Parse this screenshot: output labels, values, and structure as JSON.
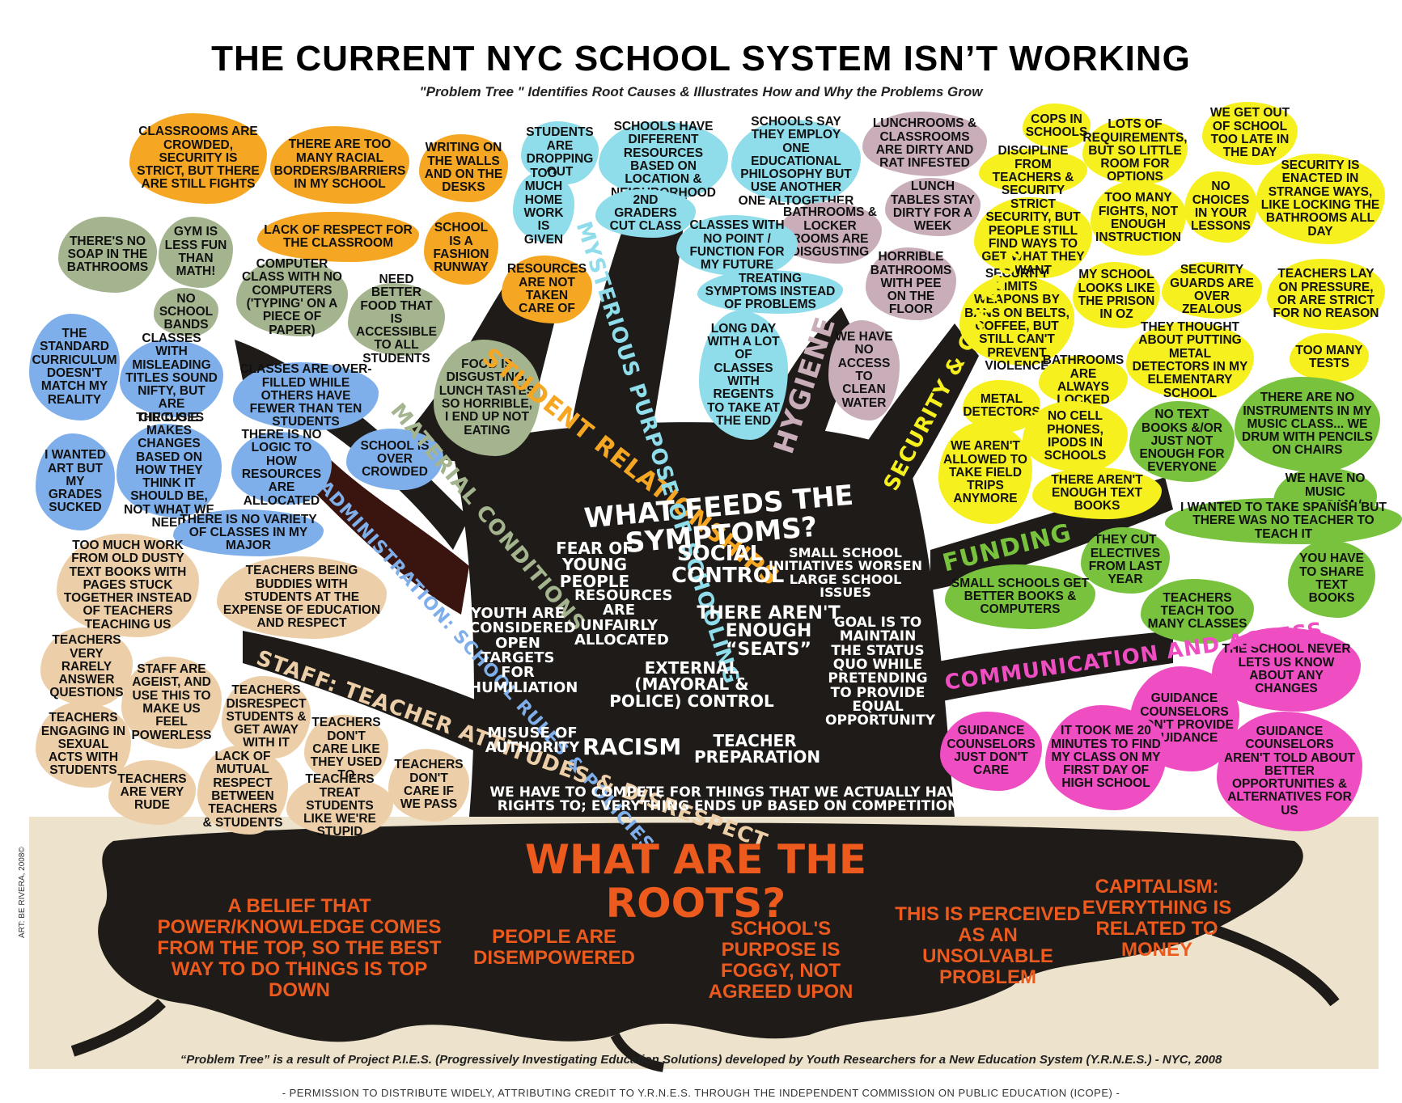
{
  "title": "THE CURRENT NYC SCHOOL SYSTEM ISN’T WORKING",
  "subtitle": "\"Problem Tree \" Identifies Root Causes & Illustrates How and Why the Problems Grow",
  "colors": {
    "orange": "#f5a623",
    "cyan": "#8fdcea",
    "mauve": "#c9aeba",
    "yellow": "#f7f01f",
    "sage": "#a4b48f",
    "blue": "#7fafea",
    "tan": "#eccfa8",
    "green": "#78c23e",
    "pink": "#ee4ec1",
    "trunk": "#1e1b18",
    "roots_text": "#ec5a1e",
    "ground": "#ede3cc"
  },
  "branches": {
    "student_relationships": "STUDENT RELATIONSHIPS",
    "mysterious_purpose": "MYSTERIOUS PURPOSE OF SCHOOLING",
    "hygiene": "HYGIENE",
    "security_control": "SECURITY & CONTROL",
    "material_conditions": "MATERIAL CONDITIONS",
    "administration": "ADMINISTRATION: SCHOOL RULES & POLICIES",
    "staff": "STAFF: TEACHER ATTITUDES & DISRESPECT",
    "funding": "FUNDING",
    "communication": "COMMUNICATION AND ACCESS"
  },
  "leaves": [
    "CLASSROOMS ARE CROWDED, SECURITY IS STRICT, BUT THERE ARE STILL FIGHTS",
    "THERE ARE TOO MANY RACIAL BORDERS/BARRIERS IN MY SCHOOL",
    "WRITING ON THE WALLS AND ON THE DESKS",
    "STUDENTS ARE DROPPING OUT",
    "SCHOOLS HAVE DIFFERENT RESOURCES BASED ON LOCATION & NEIGHBORHOOD",
    "SCHOOLS SAY THEY EMPLOY ONE EDUCATIONAL PHILOSOPHY BUT USE ANOTHER ONE ALTOGETHER",
    "LUNCHROOMS & CLASSROOMS ARE DIRTY AND RAT INFESTED",
    "COPS IN SCHOOLS",
    "LOTS OF REQUIREMENTS, BUT SO LITTLE ROOM FOR OPTIONS",
    "WE GET OUT OF SCHOOL TOO LATE IN THE DAY",
    "DISCIPLINE FROM TEACHERS & SECURITY",
    "LACK OF RESPECT FOR THE CLASSROOM",
    "SCHOOL IS A FASHION RUNWAY",
    "TOO MUCH HOME WORK IS GIVEN",
    "2nd GRADERS CUT CLASS",
    "LUNCH TABLES STAY DIRTY FOR A WEEK",
    "BATHROOMS & LOCKER ROOMS ARE DISGUSTING",
    "STRICT SECURITY, BUT PEOPLE STILL FIND WAYS TO GET WHAT THEY WANT",
    "TOO MANY FIGHTS, NOT ENOUGH INSTRUCTION",
    "NO CHOICES IN YOUR LESSONS",
    "SECURITY IS ENACTED IN STRANGE WAYS, LIKE LOCKING THE BATHROOMS ALL DAY",
    "THERE'S NO SOAP IN THE BATHROOMS",
    "GYM IS LESS FUN THAN MATH!",
    "NO SCHOOL BANDS",
    "COMPUTER CLASS WITH NO COMPUTERS ('TYPING' ON A PIECE OF PAPER)",
    "NEED BETTER FOOD THAT IS ACCESSIBLE TO ALL STUDENTS",
    "RESOURCES ARE NOT TAKEN CARE OF",
    "CLASSES WITH NO POINT / FUNCTION FOR MY FUTURE",
    "TREATING SYMPTOMS INSTEAD OF PROBLEMS",
    "HORRIBLE BATHROOMS WITH PEE ON THE FLOOR",
    "MY SCHOOL LOOKS LIKE THE PRISON IN OZ",
    "SECURITY GUARDS ARE OVER ZEALOUS",
    "TEACHERS LAY ON PRESSURE, OR ARE STRICT FOR NO REASON",
    "SECURITY LIMITS WEAPONS BY BANS ON BELTS, COFFEE, BUT STILL CAN'T PREVENT VIOLENCE",
    "THEY THOUGHT ABOUT PUTTING METAL DETECTORS IN MY ELEMENTARY SCHOOL",
    "TOO MANY TESTS",
    "THE STANDARD CURRICULUM DOESN'T MATCH MY REALITY",
    "CLASSES WITH MISLEADING TITLES SOUND NIFTY, BUT ARE CIRCUSES",
    "FOOD IS DISGUSTING, LUNCH TASTES SO HORRIBLE, I END UP NOT EATING",
    "LONG DAY WITH A LOT OF CLASSES WITH REGENTS TO TAKE AT THE END",
    "WE HAVE NO ACCESS TO CLEAN WATER",
    "BATHROOMS ARE ALWAYS LOCKED",
    "CLASSES ARE OVER-FILLED WHILE OTHERS HAVE FEWER THAN TEN STUDENTS",
    "METAL DETECTORS",
    "NO CELL PHONES, IPODS IN SCHOOLS",
    "NO TEXT BOOKS &/OR JUST NOT ENOUGH FOR EVERYONE",
    "THERE ARE NO INSTRUMENTS IN MY MUSIC CLASS... WE DRUM WITH PENCILS ON CHAIRS",
    "I WANTED ART BUT MY GRADES SUCKED",
    "THE D.O.E. MAKES CHANGES BASED ON HOW THEY THINK IT SHOULD BE, NOT WHAT WE NEED",
    "THERE IS NO LOGIC TO HOW RESOURCES ARE ALLOCATED",
    "SCHOOL IS OVER CROWDED",
    "WE AREN'T ALLOWED TO TAKE FIELD TRIPS ANYMORE",
    "THERE AREN'T ENOUGH TEXT BOOKS",
    "WE HAVE NO MUSIC PROGRAM / DEPARTMENT",
    "THERE IS NO VARIETY OF CLASSES IN MY MAJOR",
    "THEY CUT ELECTIVES FROM LAST YEAR",
    "I WANTED TO TAKE SPANISH BUT THERE WAS NO TEACHER TO TEACH IT",
    "TOO MUCH WORK FROM OLD DUSTY TEXT BOOKS WITH PAGES STUCK TOGETHER INSTEAD OF TEACHERS TEACHING US",
    "TEACHERS BEING BUDDIES WITH STUDENTS AT THE EXPENSE OF EDUCATION AND RESPECT",
    "SMALL SCHOOLS GET BETTER BOOKS & COMPUTERS",
    "YOU HAVE TO SHARE TEXT BOOKS",
    "TEACHERS TEACH TOO MANY CLASSES",
    "TEACHERS VERY RARELY ANSWER QUESTIONS",
    "THE SCHOOL NEVER LETS US KNOW ABOUT ANY CHANGES",
    "STAFF ARE AGEIST, AND USE THIS TO MAKE US FEEL POWERLESS",
    "TEACHERS DISRESPECT STUDENTS & GET AWAY WITH IT",
    "GUIDANCE COUNSELORS DON'T PROVIDE GUIDANCE",
    "TEACHERS ENGAGING IN SEXUAL ACTS WITH STUDENTS",
    "TEACHERS DON'T CARE LIKE THEY USED TO",
    "GUIDANCE COUNSELORS JUST DON'T CARE",
    "IT TOOK ME 20 MINUTES TO FIND MY CLASS ON MY FIRST DAY OF HIGH SCHOOL",
    "GUIDANCE COUNSELORS AREN'T TOLD ABOUT BETTER OPPORTUNITIES & ALTERNATIVES FOR US",
    "TEACHERS ARE VERY RUDE",
    "LACK OF MUTUAL RESPECT BETWEEN TEACHERS & STUDENTS",
    "TEACHERS TREAT STUDENTS LIKE WE'RE STUPID",
    "TEACHERS DON'T CARE IF WE PASS"
  ],
  "trunk": {
    "heading": "WHAT FEEDS THE SYMPTOMS?",
    "symptoms": [
      "FEAR OF YOUNG PEOPLE",
      "SOCIAL CONTROL",
      "SMALL SCHOOL INITIATIVES WORSEN LARGE SCHOOL ISSUES",
      "YOUTH ARE CONSIDERED OPEN TARGETS FOR HUMILIATION",
      "RESOURCES ARE UNFAIRLY ALLOCATED",
      "THERE AREN'T ENOUGH “SEATS”",
      "GOAL IS TO MAINTAIN THE STATUS QUO WHILE PRETENDING TO PROVIDE EQUAL OPPORTUNITY",
      "EXTERNAL (MAYORAL & POLICE) CONTROL",
      "MISUSE OF AUTHORITY",
      "RACISM",
      "TEACHER PREPARATION",
      "WE HAVE TO COMPETE FOR THINGS THAT WE ACTUALLY HAVE RIGHTS TO; EVERYTHING ENDS UP BASED ON COMPETITION"
    ]
  },
  "roots": {
    "heading": "WHAT ARE THE ROOTS?",
    "items": [
      "A BELIEF THAT POWER/KNOWLEDGE COMES FROM THE TOP, SO THE BEST WAY TO DO THINGS IS TOP DOWN",
      "PEOPLE ARE DISEMPOWERED",
      "SCHOOL'S PURPOSE IS FOGGY, NOT AGREED UPON",
      "THIS IS PERCEIVED AS AN UNSOLVABLE PROBLEM",
      "CAPITALISM: EVERYTHING IS RELATED TO MONEY"
    ]
  },
  "credit": "“Problem Tree” is a result of Project P.I.E.S. (Progressively Investigating Education Solutions) developed by Youth Researchers for a New Education System (Y.R.N.E.S.) - NYC, 2008",
  "permission": "- PERMISSION TO DISTRIBUTE WIDELY, ATTRIBUTING CREDIT TO Y.R.N.E.S. THROUGH THE INDEPENDENT COMMISSION ON PUBLIC EDUCATION (ICOPE) -",
  "artist": "ART: BE RIVERA, 2008©"
}
